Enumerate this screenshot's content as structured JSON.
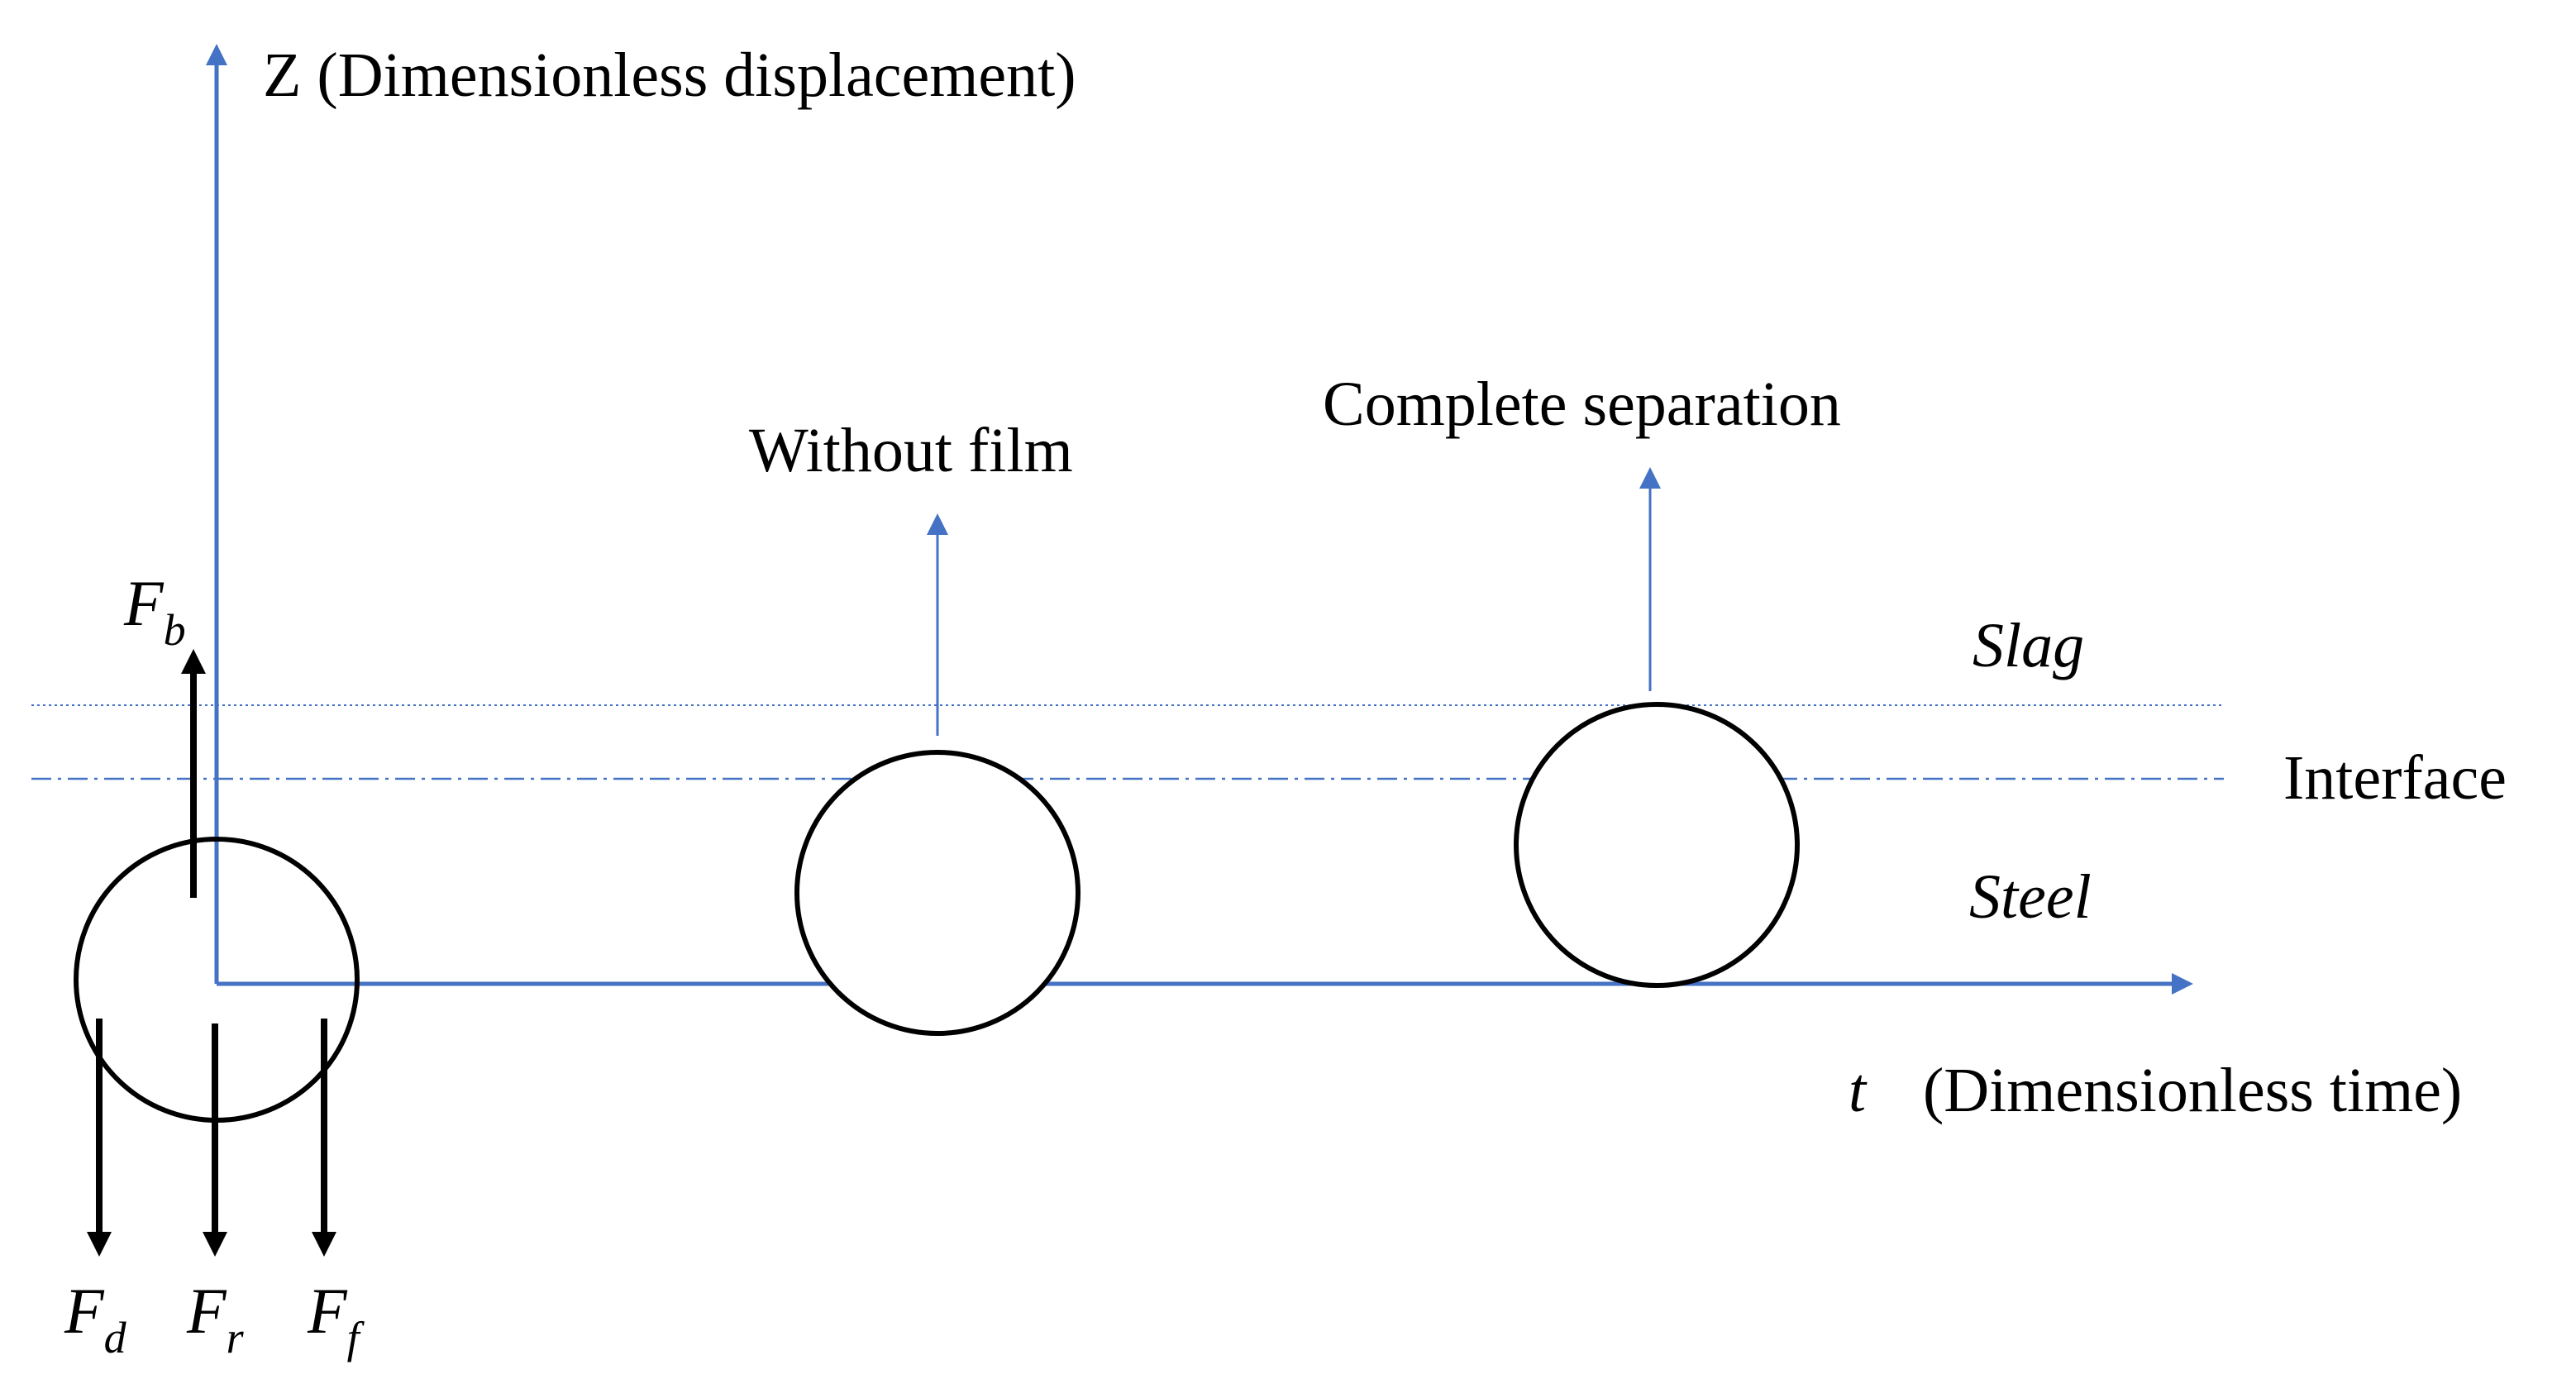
{
  "axes": {
    "z_label": "Z (Dimensionless displacement)",
    "t_symbol": "t",
    "t_label": "(Dimensionless time)"
  },
  "layers": {
    "slag": "Slag",
    "interface": "Interface",
    "steel": "Steel"
  },
  "annotations": {
    "without_film": "Without film",
    "complete_separation": "Complete separation"
  },
  "forces": {
    "buoyancy": {
      "symbol": "F",
      "subscript": "b"
    },
    "drag": {
      "symbol": "F",
      "subscript": "d"
    },
    "rebound": {
      "symbol": "F",
      "subscript": "r"
    },
    "film": {
      "symbol": "F",
      "subscript": "f"
    }
  },
  "colors": {
    "axis": "#4472c4",
    "stroke": "#000000",
    "background": "#ffffff"
  }
}
